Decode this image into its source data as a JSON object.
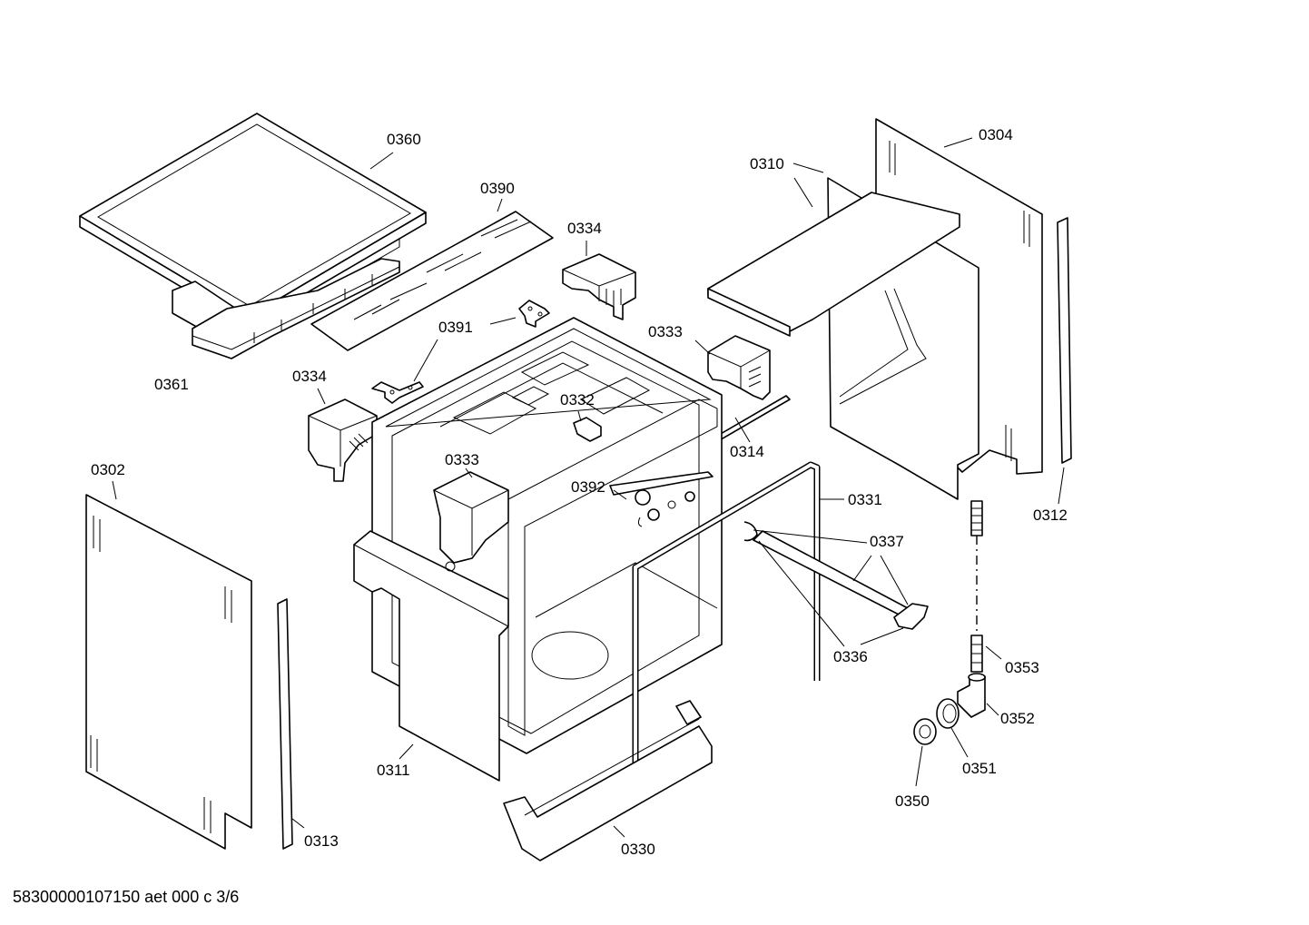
{
  "footer": {
    "document_code": "58300000107150 aet 000 c 3/6"
  },
  "callouts": {
    "0360": "0360",
    "0390": "0390",
    "0334_top": "0334",
    "0391": "0391",
    "0361": "0361",
    "0334_left": "0334",
    "0333_right": "0333",
    "0332": "0332",
    "0310": "0310",
    "0304": "0304",
    "0314": "0314",
    "0333_mid": "0333",
    "0392": "0392",
    "0331": "0331",
    "0302": "0302",
    "0337": "0337",
    "0312": "0312",
    "0336": "0336",
    "0353": "0353",
    "0352": "0352",
    "0351": "0351",
    "0350": "0350",
    "0311": "0311",
    "0313": "0313",
    "0330": "0330"
  }
}
